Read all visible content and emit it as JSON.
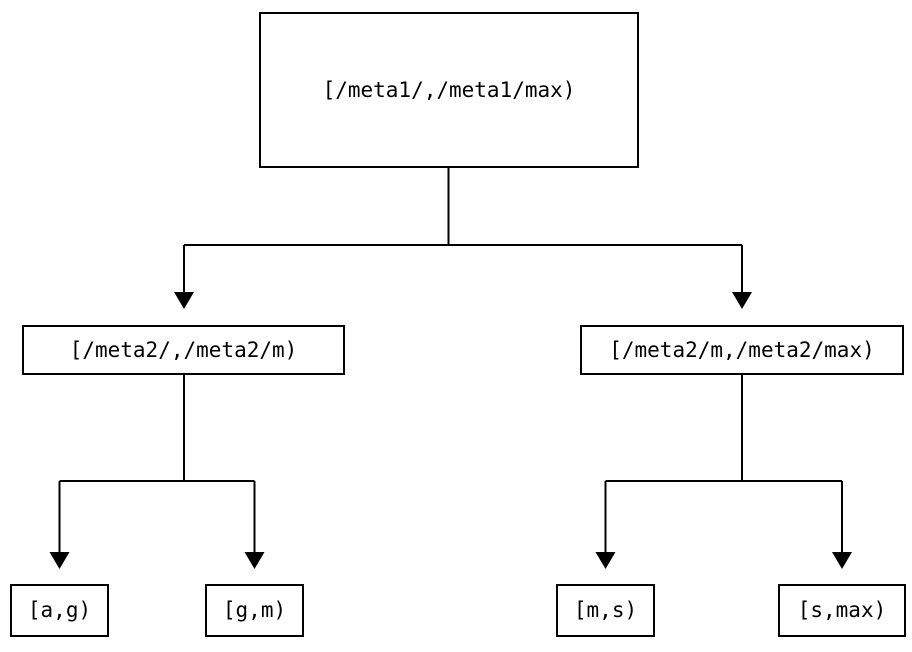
{
  "diagram": {
    "type": "interval-partition-tree",
    "nodes": {
      "root": {
        "label": "[/meta1/,/meta1/max)"
      },
      "meta2_low": {
        "label": "[/meta2/,/meta2/m)"
      },
      "meta2_high": {
        "label": "[/meta2/m,/meta2/max)"
      },
      "leaf_ag": {
        "label": "[a,g)"
      },
      "leaf_gm": {
        "label": "[g,m)"
      },
      "leaf_ms": {
        "label": "[m,s)"
      },
      "leaf_smax": {
        "label": "[s,max)"
      }
    },
    "edges": [
      {
        "from": "root",
        "to": "meta2_low"
      },
      {
        "from": "root",
        "to": "meta2_high"
      },
      {
        "from": "meta2_low",
        "to": "leaf_ag"
      },
      {
        "from": "meta2_low",
        "to": "leaf_gm"
      },
      {
        "from": "meta2_high",
        "to": "leaf_ms"
      },
      {
        "from": "meta2_high",
        "to": "leaf_smax"
      }
    ],
    "colors": {
      "background": "#ffffff",
      "line": "#000000",
      "text": "#000000",
      "box_border": "#000000"
    }
  }
}
